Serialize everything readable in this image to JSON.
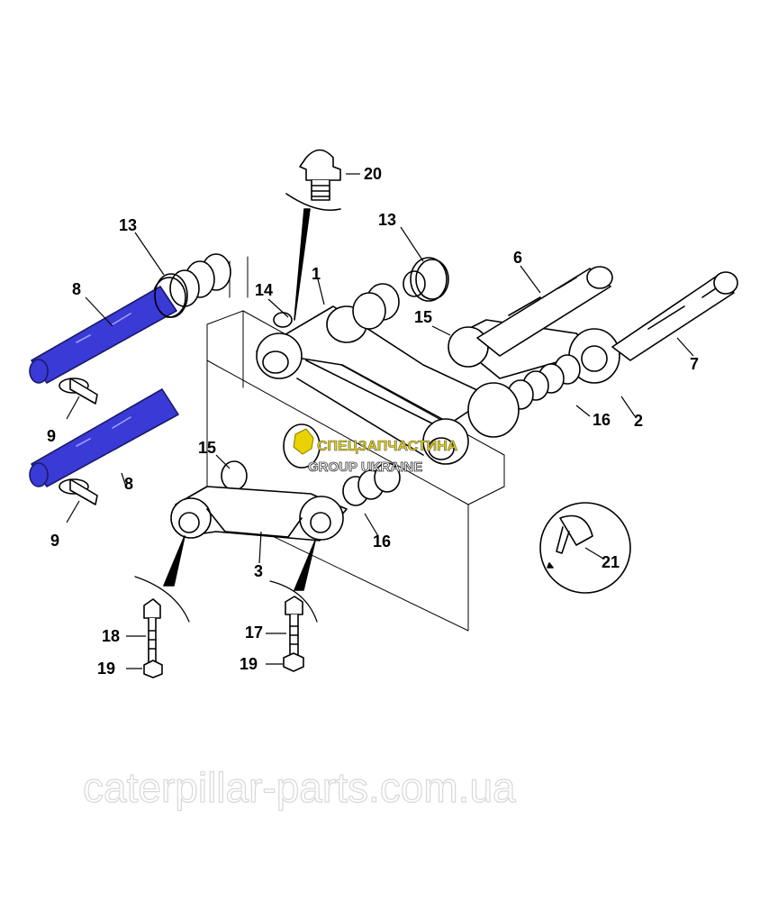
{
  "callouts": [
    {
      "id": "20",
      "text": "20"
    },
    {
      "id": "13a",
      "text": "13"
    },
    {
      "id": "13b",
      "text": "13"
    },
    {
      "id": "1",
      "text": "1"
    },
    {
      "id": "6",
      "text": "6"
    },
    {
      "id": "8a",
      "text": "8"
    },
    {
      "id": "14",
      "text": "14"
    },
    {
      "id": "15a",
      "text": "15"
    },
    {
      "id": "7",
      "text": "7"
    },
    {
      "id": "9a",
      "text": "9"
    },
    {
      "id": "16a",
      "text": "16"
    },
    {
      "id": "2",
      "text": "2"
    },
    {
      "id": "15b",
      "text": "15"
    },
    {
      "id": "8b",
      "text": "8"
    },
    {
      "id": "9b",
      "text": "9"
    },
    {
      "id": "16b",
      "text": "16"
    },
    {
      "id": "21",
      "text": "21"
    },
    {
      "id": "3",
      "text": "3"
    },
    {
      "id": "18",
      "text": "18"
    },
    {
      "id": "17",
      "text": "17"
    },
    {
      "id": "19a",
      "text": "19"
    },
    {
      "id": "19b",
      "text": "19"
    }
  ],
  "brand_logo": {
    "line1": "СПЕЦЗАПЧАСТИНА",
    "line2": "GROUP UKRAINE"
  },
  "watermark": "caterpillar-parts.com.ua",
  "colors": {
    "highlight_pin": "#3a3ad6",
    "line": "#000000",
    "logo": "#e8d200"
  }
}
